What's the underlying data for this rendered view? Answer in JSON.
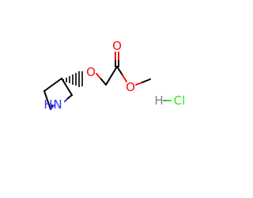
{
  "molecule": {
    "atoms": {
      "ring_nitrogen": {
        "symbol": "N",
        "hydrogen": "H"
      },
      "ether_oxygen": {
        "symbol": "O"
      },
      "carbonyl_oxygen": {
        "symbol": "O"
      },
      "ester_oxygen": {
        "symbol": "O"
      },
      "salt_hydrogen": {
        "symbol": "H"
      },
      "chlorine": {
        "symbol": "Cl"
      }
    },
    "colors": {
      "carbon_bond": "#000000",
      "nitrogen": "#3333ff",
      "oxygen": "#ff0d0d",
      "hydrogen": "#808080",
      "chlorine": "#1ff01f"
    }
  }
}
